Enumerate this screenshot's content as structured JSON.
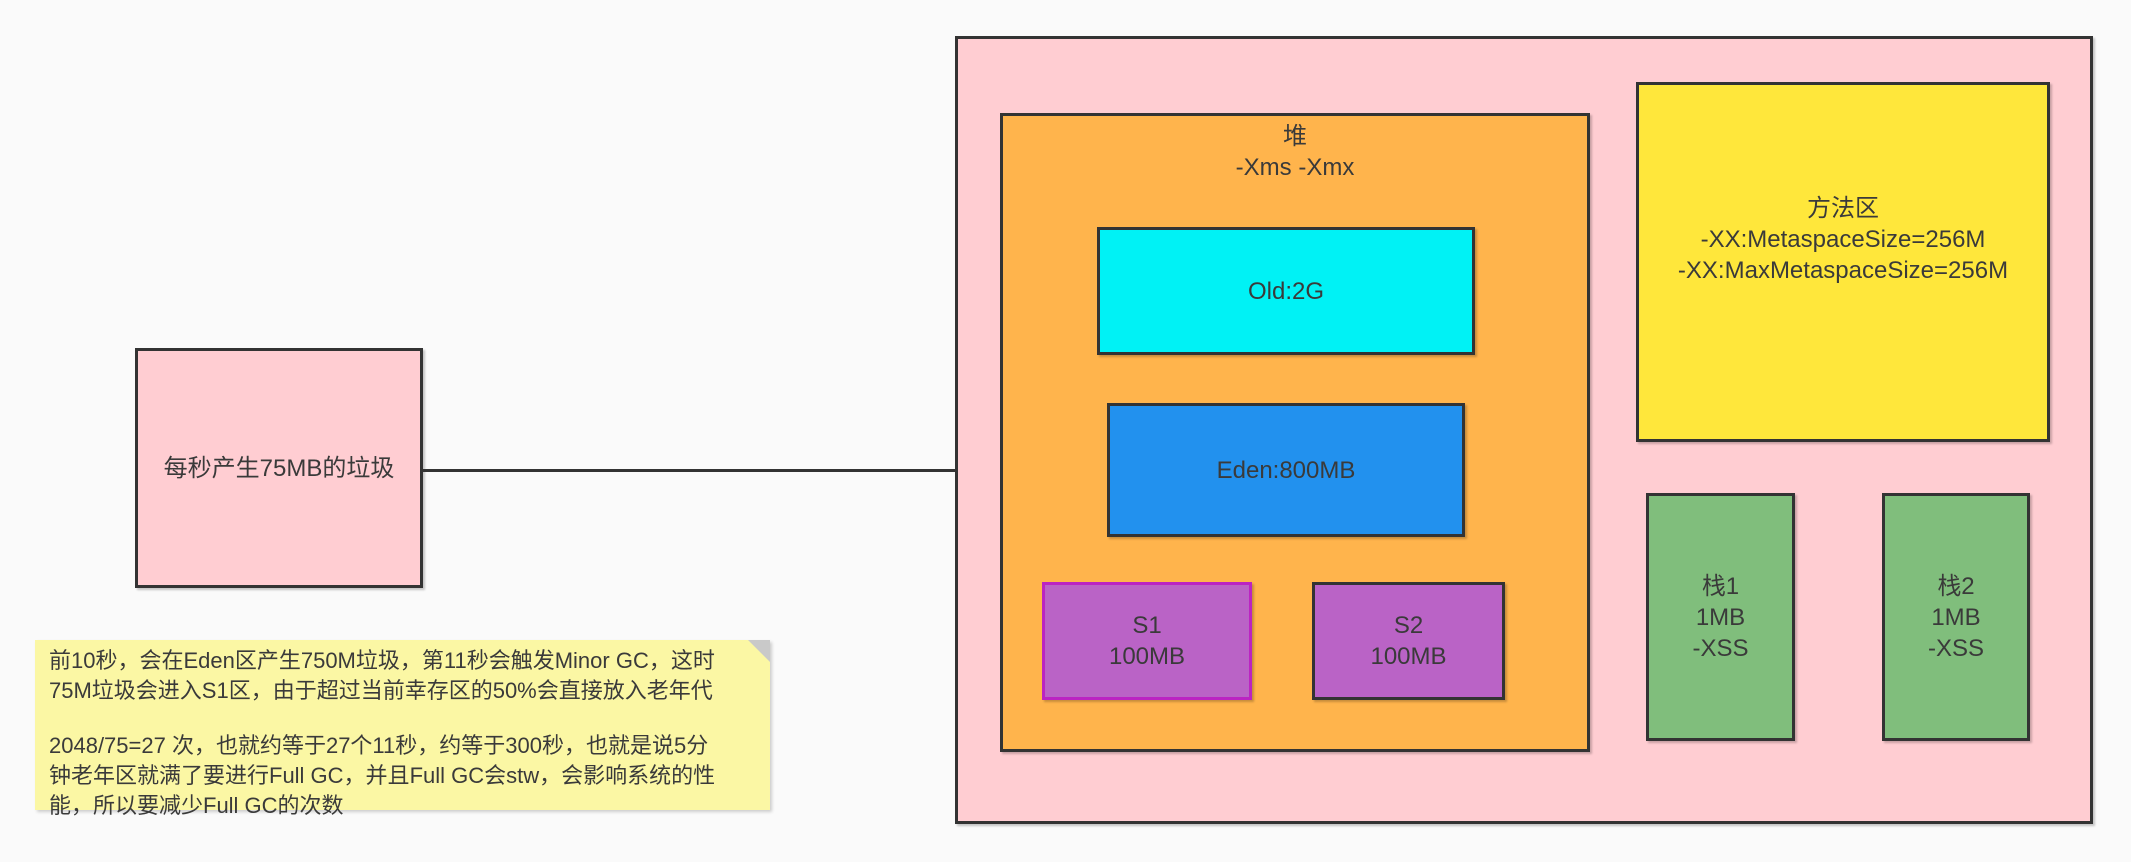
{
  "colors": {
    "background": "#fafafa",
    "border": "#333333",
    "pink": "#ffcdd2",
    "orange": "#ffb44c",
    "cyan": "#00f2f5",
    "blue": "#2291ee",
    "purple": "#ba63c6",
    "purple_border": "#bb24c2",
    "yellow": "#ffe73b",
    "green": "#80be7c",
    "note_yellow": "#fbf7a4",
    "note_fold_gray": "#c9c9c9",
    "arrow": "#333333"
  },
  "source_box": {
    "label": "每秒产生75MB的垃圾"
  },
  "heap": {
    "title_line1": "堆",
    "title_line2": "-Xms -Xmx",
    "old": {
      "label": "Old:2G"
    },
    "eden": {
      "label": "Eden:800MB"
    },
    "s1": {
      "line1": "S1",
      "line2": "100MB"
    },
    "s2": {
      "line1": "S2",
      "line2": "100MB"
    }
  },
  "method_area": {
    "line1": "方法区",
    "line2": "-XX:MetaspaceSize=256M",
    "line3": "-XX:MaxMetaspaceSize=256M"
  },
  "stack1": {
    "line1": "栈1",
    "line2": "1MB",
    "line3": "-XSS"
  },
  "stack2": {
    "line1": "栈2",
    "line2": "1MB",
    "line3": "-XSS"
  },
  "note": {
    "para1_line1": "前10秒，会在Eden区产生750M垃圾，第11秒会触发Minor GC，这时",
    "para1_line2": "75M垃圾会进入S1区，由于超过当前幸存区的50%会直接放入老年代",
    "para2_line1": "2048/75=27 次，也就约等于27个11秒，约等于300秒，也就是说5分",
    "para2_line2": "钟老年区就满了要进行Full GC，并且Full GC会stw，会影响系统的性",
    "para2_line3": "能，所以要减少Full GC的次数"
  }
}
